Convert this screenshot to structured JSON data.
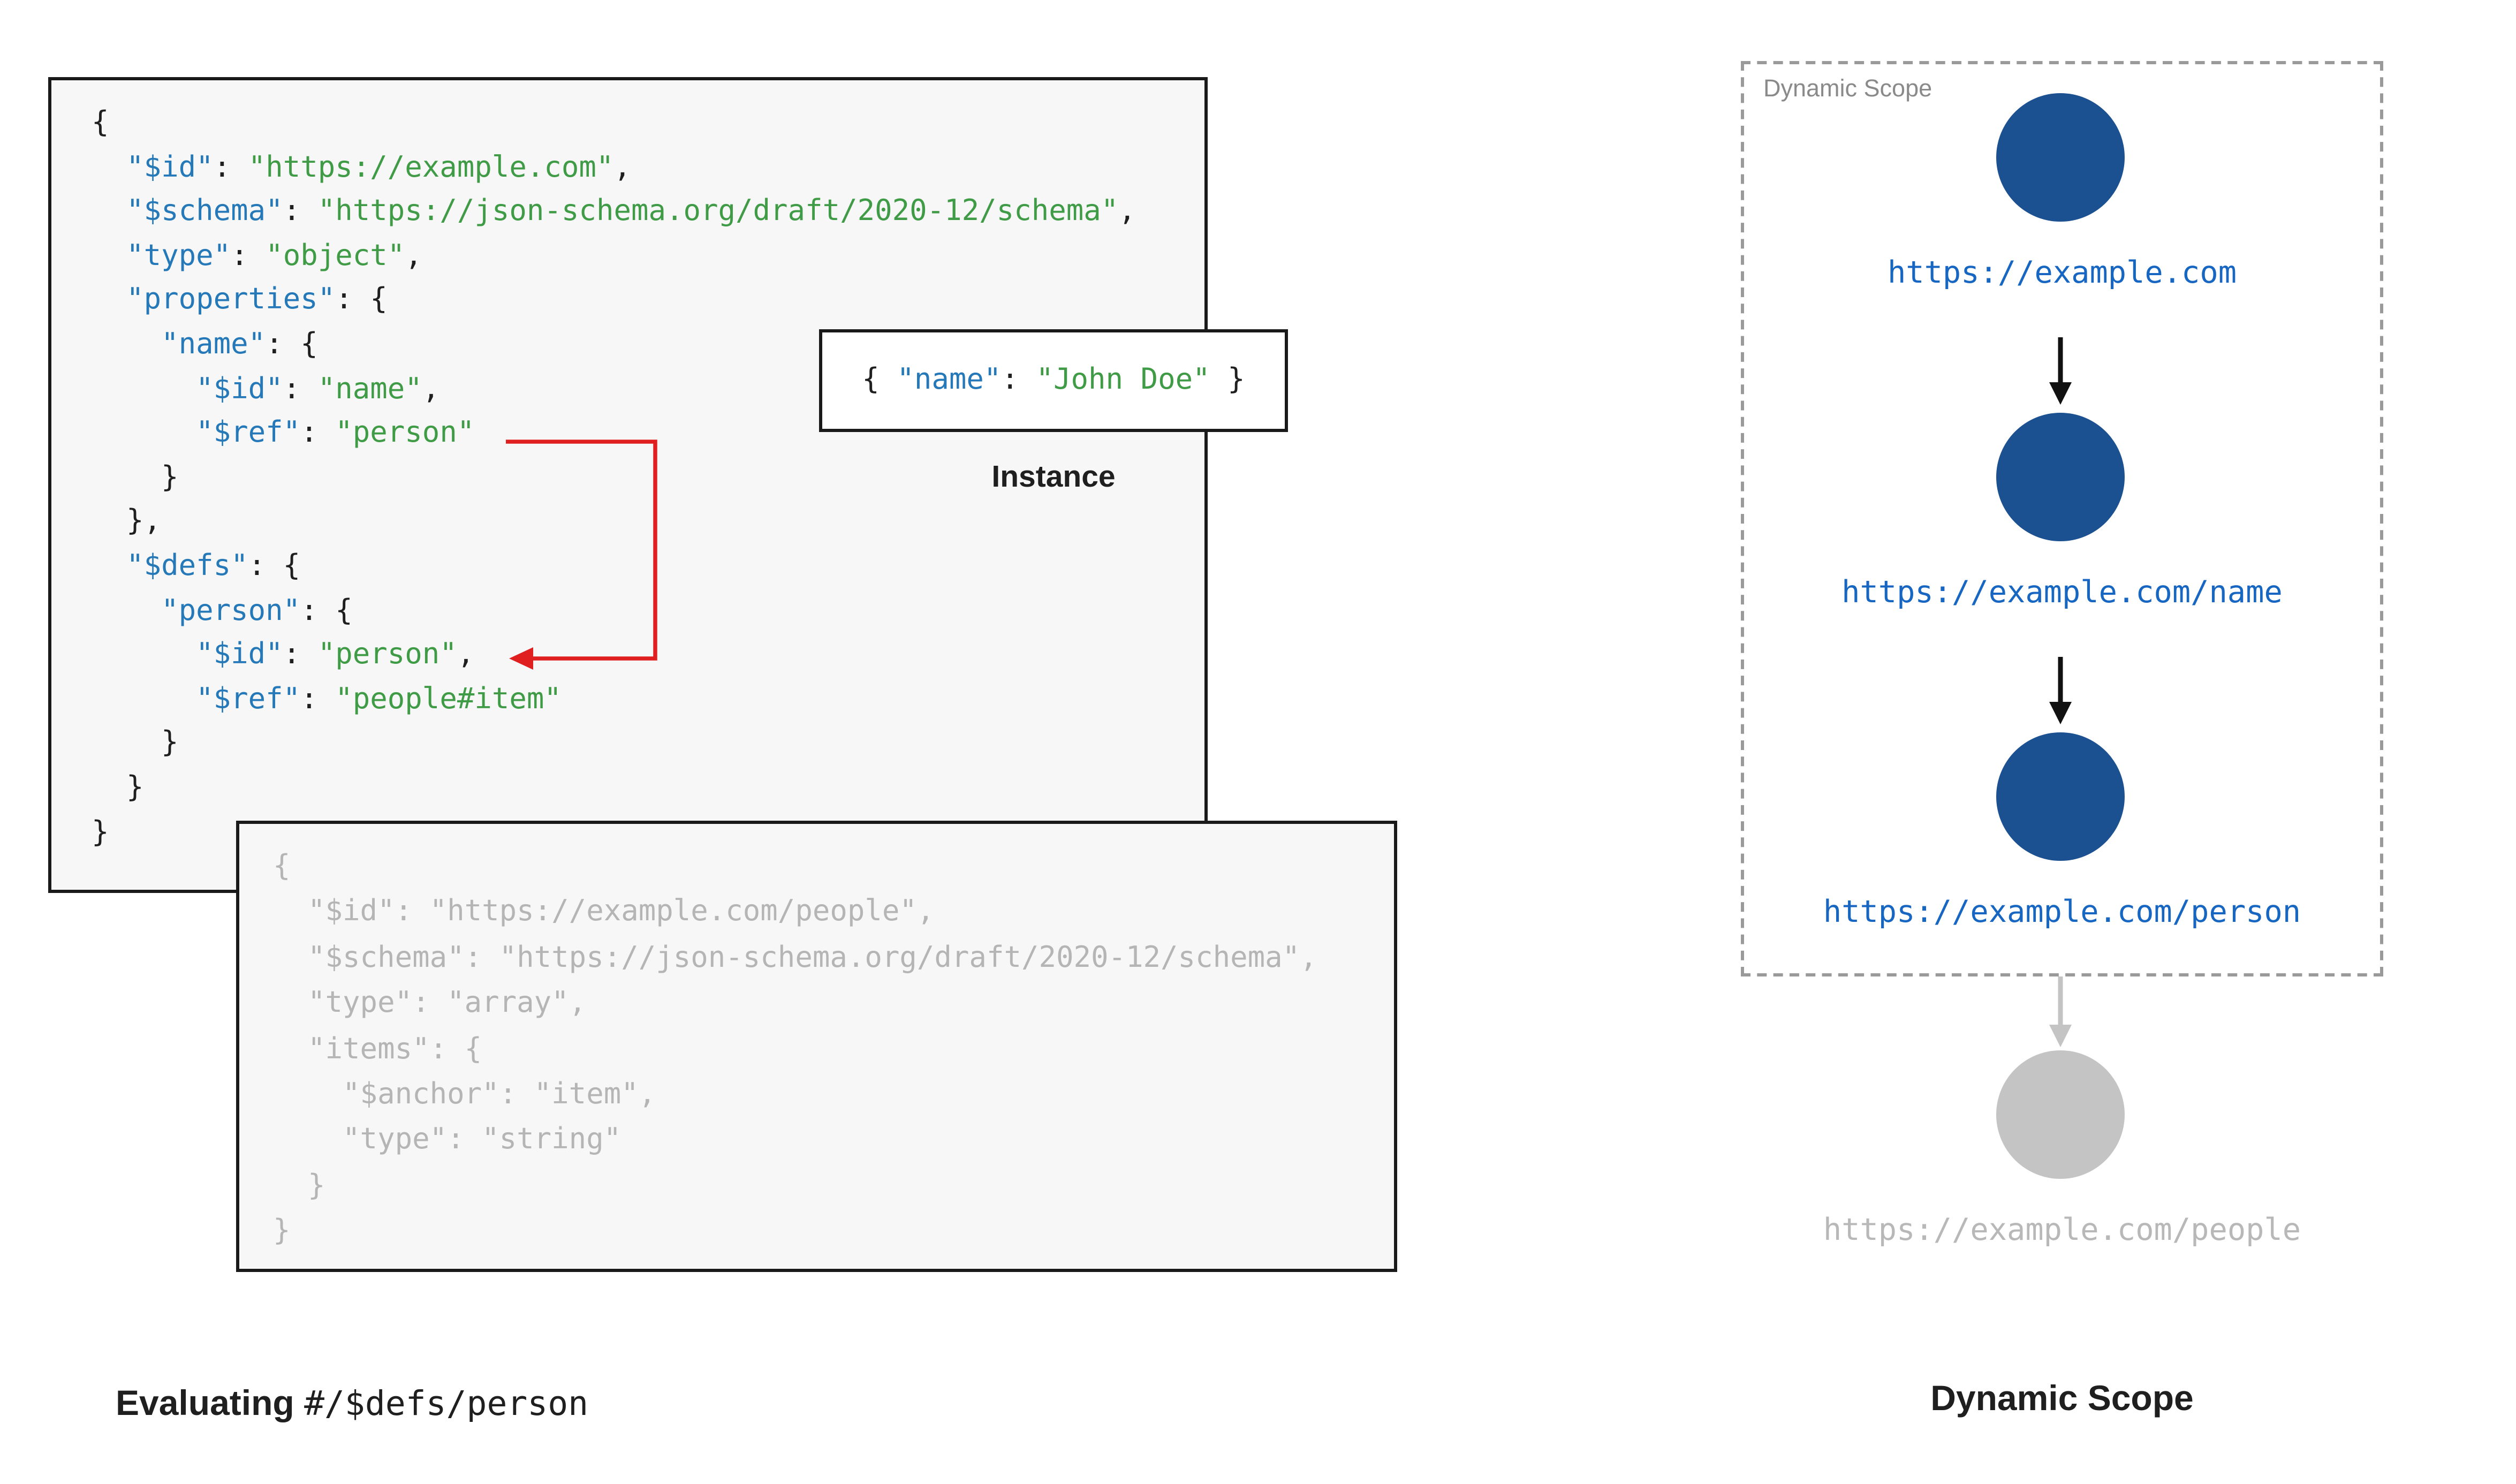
{
  "colors": {
    "key": "#2679b8",
    "str": "#3f9b45",
    "punct": "#1f1f1f",
    "muted": "#b5b5b5",
    "red": "#e02020",
    "arrow": "#111111",
    "node-blue": "#1b5091",
    "node-gray": "#c4c4c4",
    "url-blue": "#1766c2",
    "url-gray": "#b8b8b8",
    "box-bg": "#f7f7f7",
    "box-border": "#1a1a1a",
    "dash-border": "#9a9a9a",
    "scope-label": "#8a8a8a"
  },
  "schema_box": {
    "code": [
      [
        [
          "p",
          "{"
        ]
      ],
      [
        [
          "p",
          "  "
        ],
        [
          "k",
          "\"$id\""
        ],
        [
          "p",
          ": "
        ],
        [
          "s",
          "\"https://example.com\""
        ],
        [
          "p",
          ","
        ]
      ],
      [
        [
          "p",
          "  "
        ],
        [
          "k",
          "\"$schema\""
        ],
        [
          "p",
          ": "
        ],
        [
          "s",
          "\"https://json-schema.org/draft/2020-12/schema\""
        ],
        [
          "p",
          ","
        ]
      ],
      [
        [
          "p",
          "  "
        ],
        [
          "k",
          "\"type\""
        ],
        [
          "p",
          ": "
        ],
        [
          "s",
          "\"object\""
        ],
        [
          "p",
          ","
        ]
      ],
      [
        [
          "p",
          "  "
        ],
        [
          "k",
          "\"properties\""
        ],
        [
          "p",
          ": {"
        ]
      ],
      [
        [
          "p",
          "    "
        ],
        [
          "k",
          "\"name\""
        ],
        [
          "p",
          ": {"
        ]
      ],
      [
        [
          "p",
          "      "
        ],
        [
          "k",
          "\"$id\""
        ],
        [
          "p",
          ": "
        ],
        [
          "s",
          "\"name\""
        ],
        [
          "p",
          ","
        ]
      ],
      [
        [
          "p",
          "      "
        ],
        [
          "k",
          "\"$ref\""
        ],
        [
          "p",
          ": "
        ],
        [
          "s",
          "\"person\""
        ]
      ],
      [
        [
          "p",
          "    }"
        ]
      ],
      [
        [
          "p",
          "  },"
        ]
      ],
      [
        [
          "p",
          "  "
        ],
        [
          "k",
          "\"$defs\""
        ],
        [
          "p",
          ": {"
        ]
      ],
      [
        [
          "p",
          "    "
        ],
        [
          "k",
          "\"person\""
        ],
        [
          "p",
          ": {"
        ]
      ],
      [
        [
          "p",
          "      "
        ],
        [
          "k",
          "\"$id\""
        ],
        [
          "p",
          ": "
        ],
        [
          "s",
          "\"person\""
        ],
        [
          "p",
          ","
        ]
      ],
      [
        [
          "p",
          "      "
        ],
        [
          "k",
          "\"$ref\""
        ],
        [
          "p",
          ": "
        ],
        [
          "s",
          "\"people#item\""
        ]
      ],
      [
        [
          "p",
          "    }"
        ]
      ],
      [
        [
          "p",
          "  }"
        ]
      ],
      [
        [
          "p",
          "}"
        ]
      ]
    ]
  },
  "instance_box": {
    "label": "Instance",
    "code": [
      [
        [
          "p",
          "{ "
        ],
        [
          "k",
          "\"name\""
        ],
        [
          "p",
          ": "
        ],
        [
          "s",
          "\"John Doe\""
        ],
        [
          "p",
          " }"
        ]
      ]
    ]
  },
  "people_box": {
    "lines": [
      "{",
      "  \"$id\": \"https://example.com/people\",",
      "  \"$schema\": \"https://json-schema.org/draft/2020-12/schema\",",
      "  \"type\": \"array\",",
      "  \"items\": {",
      "    \"$anchor\": \"item\",",
      "    \"type\": \"string\"",
      "  }",
      "}"
    ]
  },
  "left_caption": {
    "bold_text": "Evaluating ",
    "mono_text": "#/$defs/person"
  },
  "dynamic_scope": {
    "box_label": "Dynamic Scope",
    "caption": "Dynamic Scope",
    "nodes": [
      {
        "id": "root",
        "label": "https://example.com",
        "state": "active"
      },
      {
        "id": "name",
        "label": "https://example.com/name",
        "state": "active"
      },
      {
        "id": "person",
        "label": "https://example.com/person",
        "state": "active"
      },
      {
        "id": "people",
        "label": "https://example.com/people",
        "state": "inactive"
      }
    ]
  }
}
